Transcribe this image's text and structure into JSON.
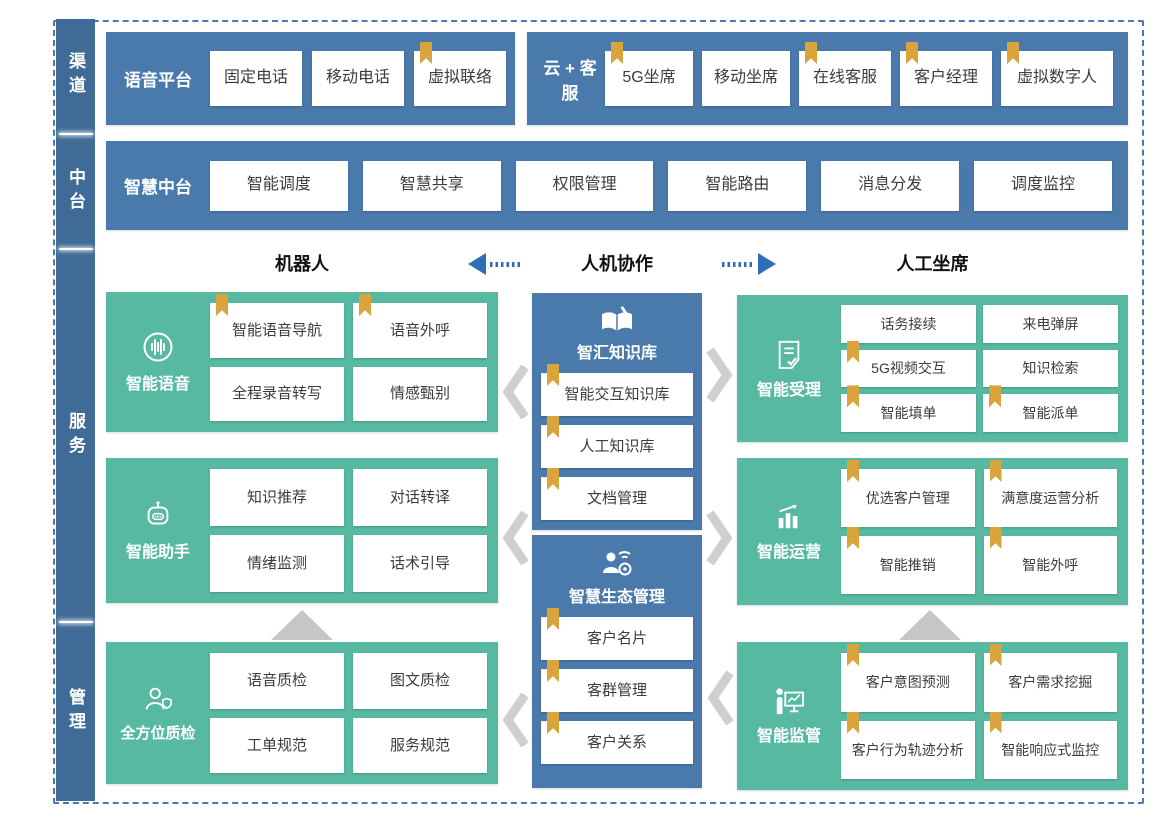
{
  "colors": {
    "panel_blue": "#4A79AB",
    "sidebar_blue": "#406B96",
    "teal_green": "#58B9A3",
    "bookmark_gold": "#D9A43C",
    "arrow_blue": "#2F6EB5",
    "dashed_border_blue": "#4C79A9",
    "chevron_gray": "#CDCDCD",
    "box_text": "#3C3C3C"
  },
  "sidebar": {
    "items": [
      {
        "label": "渠道"
      },
      {
        "label": "中台"
      },
      {
        "label": "服务"
      },
      {
        "label": "管理"
      }
    ]
  },
  "channel_row": {
    "voice_platform": {
      "label": "语音平台",
      "items": [
        {
          "label": "固定电话",
          "bookmark": false
        },
        {
          "label": "移动电话",
          "bookmark": false
        },
        {
          "label": "虚拟联络",
          "bookmark": true
        }
      ]
    },
    "cloud_service": {
      "label": "云 + 客服",
      "items": [
        {
          "label": "5G坐席",
          "bookmark": true
        },
        {
          "label": "移动坐席",
          "bookmark": false
        },
        {
          "label": "在线客服",
          "bookmark": true
        },
        {
          "label": "客户经理",
          "bookmark": true
        },
        {
          "label": "虚拟数字人",
          "bookmark": true
        }
      ]
    }
  },
  "platform_row": {
    "label": "智慧中台",
    "items": [
      {
        "label": "智能调度"
      },
      {
        "label": "智慧共享"
      },
      {
        "label": "权限管理"
      },
      {
        "label": "智能路由"
      },
      {
        "label": "消息分发"
      },
      {
        "label": "调度监控"
      }
    ]
  },
  "collab_header": {
    "left": "机器人",
    "center": "人机协作",
    "right": "人工坐席"
  },
  "service_blocks": {
    "left": [
      {
        "title": "智能语音",
        "icon": "voice-wave-icon",
        "items": [
          {
            "label": "智能语音导航",
            "bookmark": true
          },
          {
            "label": "语音外呼",
            "bookmark": true
          },
          {
            "label": "全程录音转写",
            "bookmark": false
          },
          {
            "label": "情感甄别",
            "bookmark": false
          }
        ]
      },
      {
        "title": "智能助手",
        "icon": "robot-icon",
        "items": [
          {
            "label": "知识推荐",
            "bookmark": false
          },
          {
            "label": "对话转译",
            "bookmark": false
          },
          {
            "label": "情绪监测",
            "bookmark": false
          },
          {
            "label": "话术引导",
            "bookmark": false
          }
        ]
      },
      {
        "title": "全方位质检",
        "icon": "quality-inspector-icon",
        "items": [
          {
            "label": "语音质检",
            "bookmark": false
          },
          {
            "label": "图文质检",
            "bookmark": false
          },
          {
            "label": "工单规范",
            "bookmark": false
          },
          {
            "label": "服务规范",
            "bookmark": false
          }
        ]
      }
    ],
    "center": [
      {
        "title": "智汇知识库",
        "icon": "knowledge-book-icon",
        "items": [
          {
            "label": "智能交互知识库",
            "bookmark": true
          },
          {
            "label": "人工知识库",
            "bookmark": true
          },
          {
            "label": "文档管理",
            "bookmark": true
          }
        ]
      },
      {
        "title": "智慧生态管理",
        "icon": "ecosystem-icon",
        "items": [
          {
            "label": "客户名片",
            "bookmark": true
          },
          {
            "label": "客群管理",
            "bookmark": true
          },
          {
            "label": "客户关系",
            "bookmark": true
          }
        ]
      }
    ],
    "right": [
      {
        "title": "智能受理",
        "icon": "document-check-icon",
        "items": [
          {
            "label": "话务接续",
            "bookmark": false
          },
          {
            "label": "来电弹屏",
            "bookmark": false
          },
          {
            "label": "5G视频交互",
            "bookmark": true
          },
          {
            "label": "知识检索",
            "bookmark": false
          },
          {
            "label": "智能填单",
            "bookmark": true
          },
          {
            "label": "智能派单",
            "bookmark": true
          }
        ]
      },
      {
        "title": "智能运营",
        "icon": "growth-chart-icon",
        "items": [
          {
            "label": "优选客户管理",
            "bookmark": true
          },
          {
            "label": "满意度运营分析",
            "bookmark": true
          },
          {
            "label": "智能推销",
            "bookmark": true
          },
          {
            "label": "智能外呼",
            "bookmark": true
          }
        ]
      },
      {
        "title": "智能监管",
        "icon": "presenter-board-icon",
        "items": [
          {
            "label": "客户意图预测",
            "bookmark": true
          },
          {
            "label": "客户需求挖掘",
            "bookmark": true
          },
          {
            "label": "客户行为轨迹分析",
            "bookmark": true
          },
          {
            "label": "智能响应式监控",
            "bookmark": true
          }
        ]
      }
    ]
  }
}
